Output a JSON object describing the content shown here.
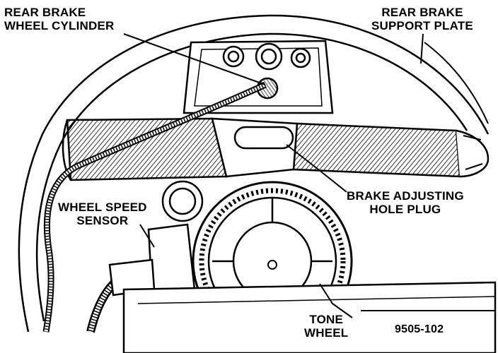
{
  "labels": {
    "rear_brake_wheel_cylinder": [
      "REAR BRAKE",
      "WHEEL CYLINDER"
    ],
    "rear_brake_support_plate": [
      "REAR BRAKE",
      "SUPPORT PLATE"
    ],
    "brake_adjusting_hole_plug": [
      "BRAKE ADJUSTING",
      "HOLE PLUG"
    ],
    "wheel_speed_sensor": [
      "WHEEL SPEED",
      "SENSOR"
    ],
    "tone_wheel": [
      "TONE",
      "WHEEL"
    ],
    "figure_number": "9505-102"
  },
  "colors": {
    "ink": "#000000",
    "paper": "#ffffff"
  }
}
